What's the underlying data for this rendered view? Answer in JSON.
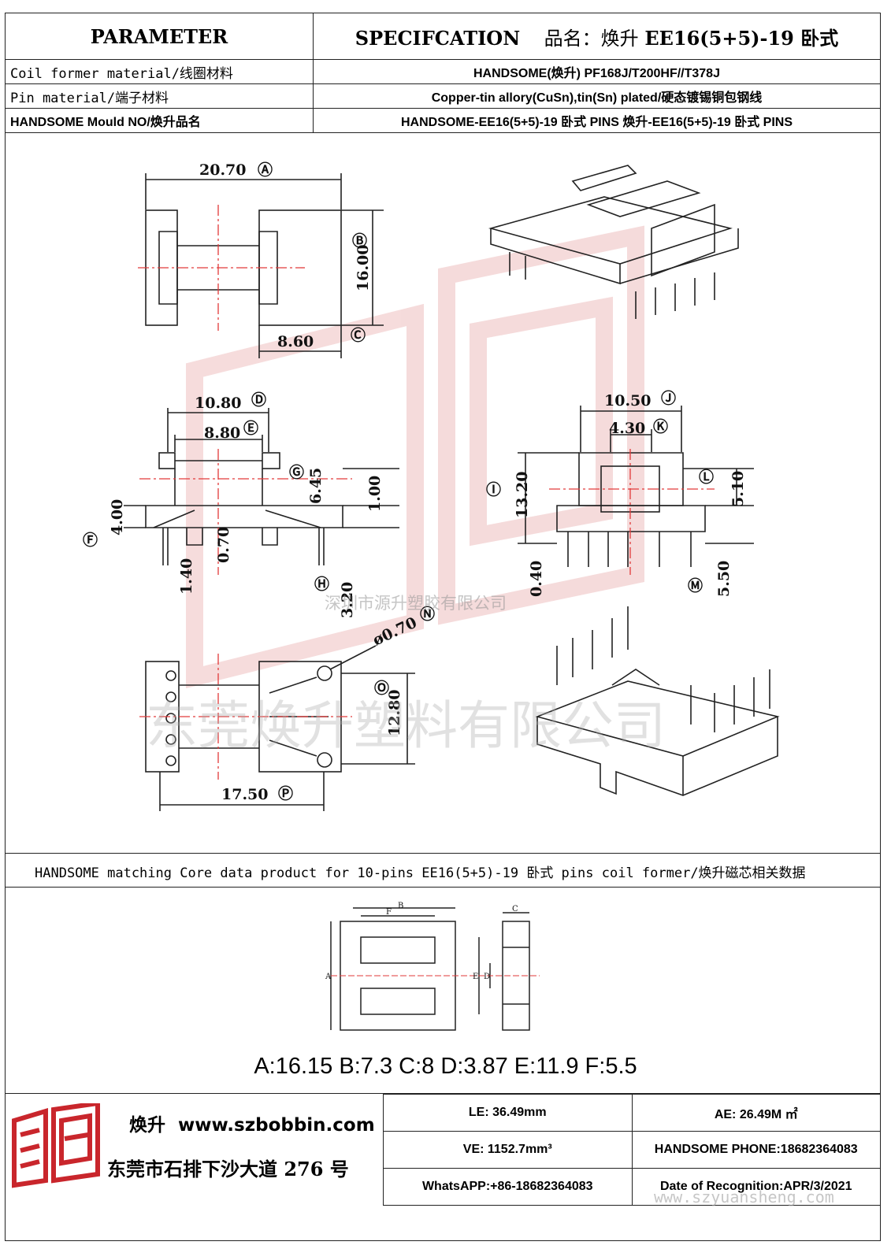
{
  "header": {
    "param_label": "PARAMETER",
    "spec_label": "SPECIFCATION",
    "title_prefix": "品名：焕升",
    "title_model": "EE16(5+5)-19 卧式",
    "rows": [
      {
        "label": "Coil former material/线圈材料",
        "value": "HANDSOME(焕升)  PF168J/T200HF//T378J"
      },
      {
        "label": "Pin material/端子材料",
        "value": "Copper-tin allory(CuSn),tin(Sn) plated/硬态镀锡铜包钢线"
      },
      {
        "label": "HANDSOME Mould NO/焕升品名",
        "value": "HANDSOME-EE16(5+5)-19 卧式  PINS   焕升-EE16(5+5)-19 卧式  PINS"
      }
    ]
  },
  "dimensions": {
    "A": "20.70",
    "B": "16.00",
    "C": "8.60",
    "D": "10.80",
    "E": "8.80",
    "F": "4.00",
    "G": "6.45",
    "H": "3.20",
    "I": "13.20",
    "J": "10.50",
    "K": "4.30",
    "L": "5.10",
    "M": "5.50",
    "N": "ø0.70",
    "O": "12.80",
    "P": "17.50",
    "misc_1": "1.00",
    "misc_2": "0.70",
    "misc_3": "1.40",
    "misc_4": "0.40"
  },
  "dim_markers": {
    "A": "Ⓐ",
    "B": "Ⓑ",
    "C": "Ⓒ",
    "D": "Ⓓ",
    "E": "Ⓔ",
    "F": "Ⓕ",
    "G": "Ⓖ",
    "H": "Ⓗ",
    "I": "Ⓘ",
    "J": "Ⓙ",
    "K": "Ⓚ",
    "L": "Ⓛ",
    "M": "Ⓜ",
    "N": "Ⓝ",
    "O": "Ⓞ",
    "P": "Ⓟ"
  },
  "watermarks": {
    "small": "深圳市源升塑胶有限公司",
    "large": "东莞焕升塑料有限公司",
    "footer_url": "www.szyuansheng.com"
  },
  "core": {
    "band_text": "HANDSOME matching Core data  product for 10-pins EE16(5+5)-19 卧式 pins coil former/焕升磁芯相关数据",
    "values": "A:16.15 B:7.3 C:8 D:3.87 E:11.9 F:5.5",
    "letters": {
      "A": "A",
      "B": "B",
      "C": "C",
      "D": "D",
      "E": "E",
      "F": "F"
    }
  },
  "footer": {
    "brand": "焕升",
    "website": "www.szbobbin.com",
    "address": "东莞市石排下沙大道 276 号",
    "cells": {
      "le": "LE:   36.49mm",
      "ae": "AE: 26.49M ㎡",
      "ve": "VE:   1152.7mm³",
      "phone": "HANDSOME PHONE:18682364083",
      "whatsapp": "WhatsAPP:+86-18682364083",
      "date": "Date of Recognition:APR/3/2021"
    }
  },
  "colors": {
    "line": "#222222",
    "center_line": "#e23a3a",
    "watermark_red": "#e8a0a0",
    "logo_red": "#c9262c"
  }
}
